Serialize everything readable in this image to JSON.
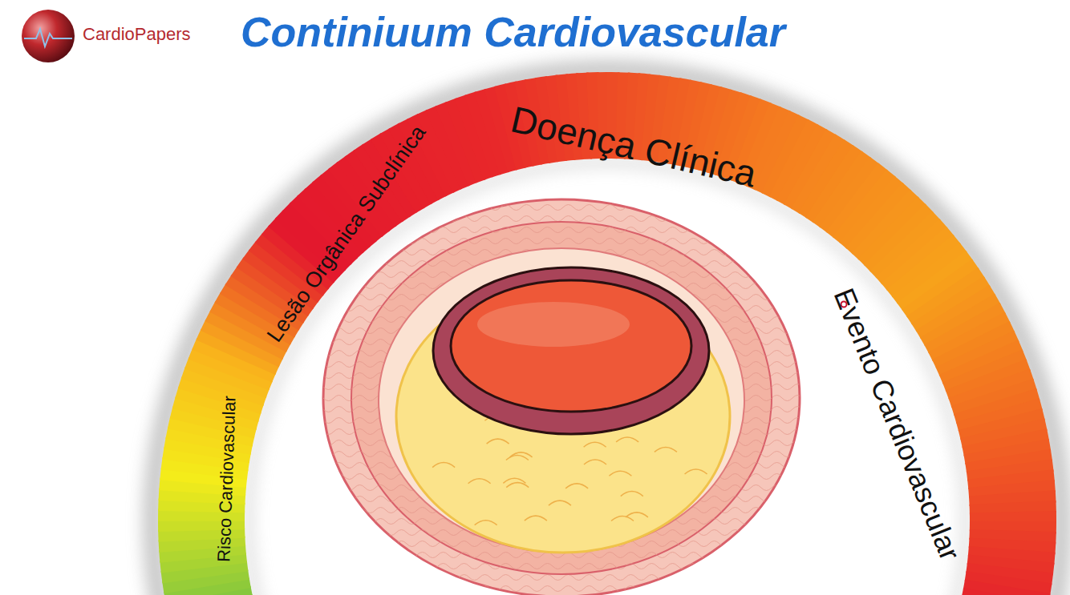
{
  "diagram": {
    "title": "Continiuum Cardiovascular",
    "nodes": [
      {
        "text": [
          "Risco Cardiovascular",
          "Lesão Orgânica Subclínica",
          "Doença Clínica",
          "Evento Cardiovascular"
        ]
      }
    ],
    "labels": [
      "CardioPapers"
    ]
  }
}
